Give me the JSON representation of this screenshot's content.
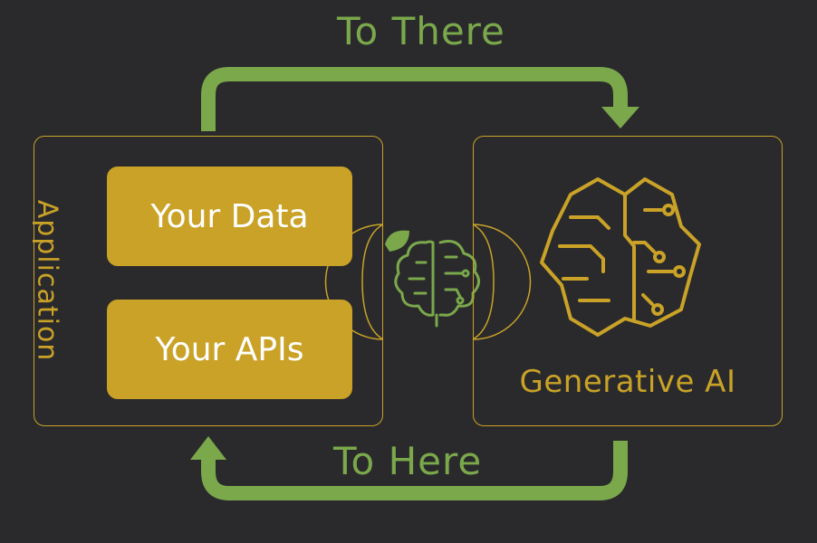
{
  "arrows": {
    "top_label": "To There",
    "bottom_label": "To Here"
  },
  "application": {
    "label": "Application",
    "items": [
      "Your Data",
      "Your APIs"
    ]
  },
  "generative_ai": {
    "label": "Generative AI"
  },
  "colors": {
    "background": "#2a2a2c",
    "accent_green": "#7aa84b",
    "accent_gold": "#c9a227",
    "text_white": "#ffffff"
  },
  "icons": {
    "center": "brain-leaf-icon",
    "ai": "circuit-brain-icon"
  }
}
